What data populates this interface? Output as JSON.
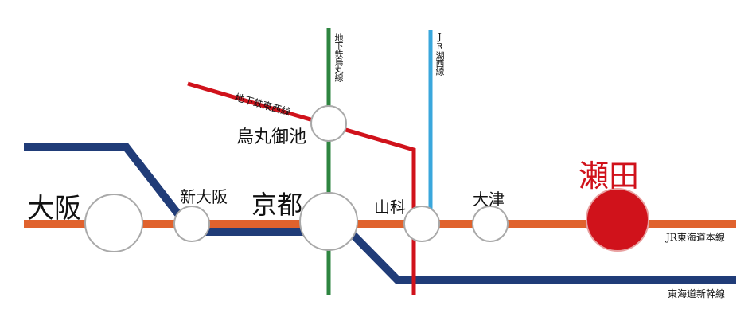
{
  "colors": {
    "tokaido_main": "#e0622d",
    "shinkansen": "#203c78",
    "karasuma": "#2e8540",
    "tozai": "#d0121b",
    "kosei": "#3aa7dc",
    "highlight_station": "#d0121b"
  },
  "stations": {
    "osaka": "大阪",
    "shin_osaka": "新大阪",
    "kyoto": "京都",
    "karasuma_oike": "烏丸御池",
    "yamashina": "山科",
    "otsu": "大津",
    "seta": "瀬田"
  },
  "lines": {
    "tozai": "地下鉄東西線",
    "karasuma": "地下鉄烏丸線",
    "kosei": "JR湖西線",
    "tokaido_main": "JR東海道本線",
    "shinkansen": "東海道新幹線"
  }
}
